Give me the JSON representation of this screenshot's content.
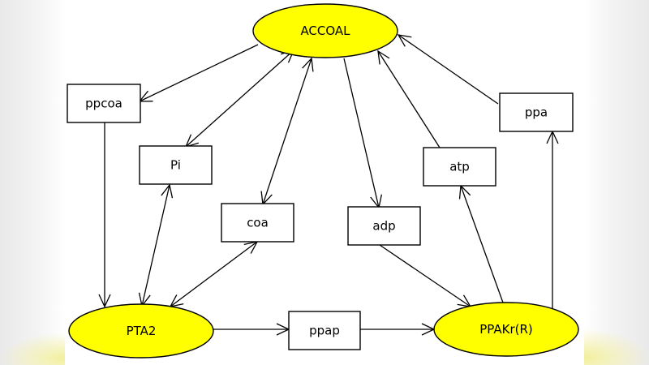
{
  "diagram": {
    "nodes": [
      {
        "id": "accoal",
        "label": "ACCOAL",
        "shape": "ellipse",
        "fill": "#ffff00"
      },
      {
        "id": "pta2",
        "label": "PTA2",
        "shape": "ellipse",
        "fill": "#ffff00"
      },
      {
        "id": "ppakr",
        "label": "PPAKr(R)",
        "shape": "ellipse",
        "fill": "#ffff00"
      },
      {
        "id": "ppcoa",
        "label": "ppcoa",
        "shape": "box"
      },
      {
        "id": "pi",
        "label": "Pi",
        "shape": "box"
      },
      {
        "id": "coa",
        "label": "coa",
        "shape": "box"
      },
      {
        "id": "adp",
        "label": "adp",
        "shape": "box"
      },
      {
        "id": "atp",
        "label": "atp",
        "shape": "box"
      },
      {
        "id": "ppa",
        "label": "ppa",
        "shape": "box"
      },
      {
        "id": "ppap",
        "label": "ppap",
        "shape": "box"
      }
    ],
    "edges": [
      {
        "from": "accoal",
        "to": "ppcoa",
        "bidirectional": false
      },
      {
        "from": "ppcoa",
        "to": "pta2",
        "bidirectional": false
      },
      {
        "from": "accoal",
        "to": "pi",
        "bidirectional": true
      },
      {
        "from": "pi",
        "to": "pta2",
        "bidirectional": true
      },
      {
        "from": "accoal",
        "to": "coa",
        "bidirectional": true
      },
      {
        "from": "coa",
        "to": "pta2",
        "bidirectional": true
      },
      {
        "from": "accoal",
        "to": "adp",
        "bidirectional": false
      },
      {
        "from": "adp",
        "to": "ppakr",
        "bidirectional": false
      },
      {
        "from": "ppakr",
        "to": "atp",
        "bidirectional": false
      },
      {
        "from": "atp",
        "to": "accoal",
        "bidirectional": false
      },
      {
        "from": "ppakr",
        "to": "ppa",
        "bidirectional": false
      },
      {
        "from": "ppa",
        "to": "accoal",
        "bidirectional": false
      },
      {
        "from": "pta2",
        "to": "ppap",
        "bidirectional": false
      },
      {
        "from": "ppap",
        "to": "ppakr",
        "bidirectional": false
      }
    ],
    "colors": {
      "reaction_fill": "#ffff00",
      "stroke": "#000000",
      "box_fill": "#ffffff"
    }
  }
}
